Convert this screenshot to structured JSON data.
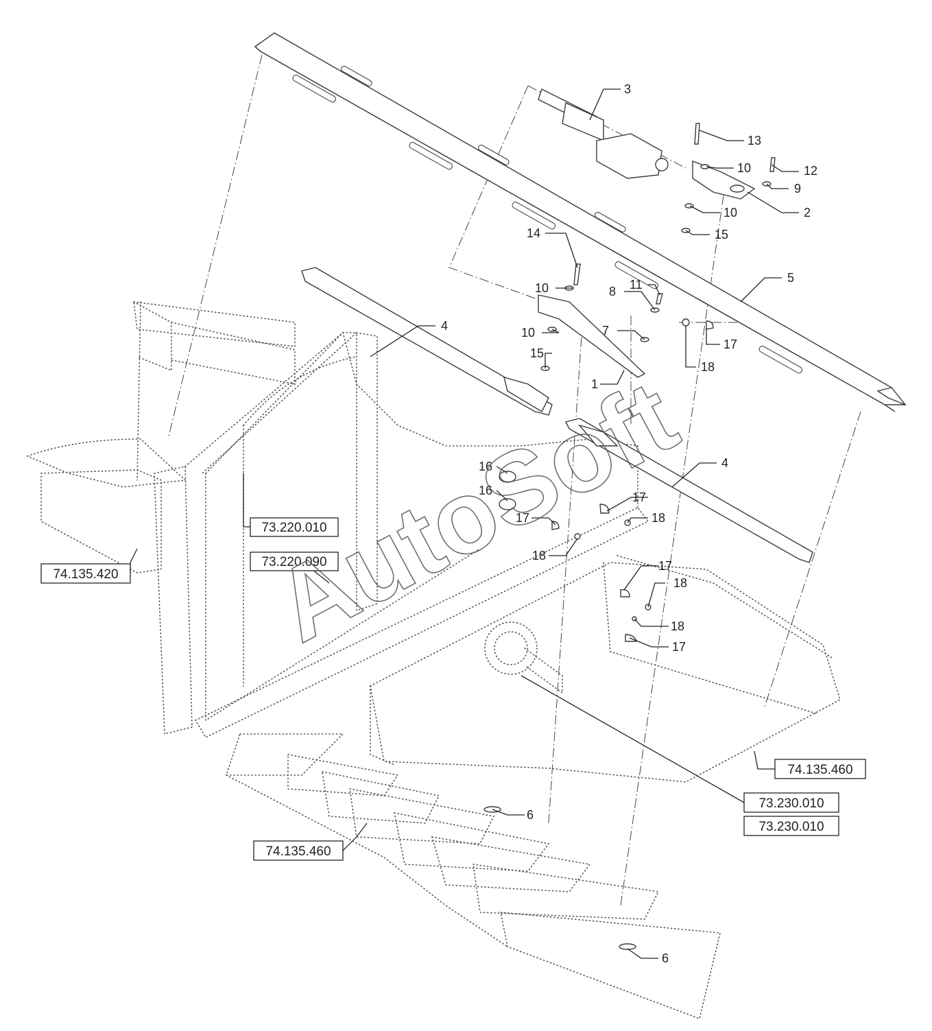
{
  "callouts": [
    {
      "id": "c3",
      "label": "3"
    },
    {
      "id": "c13",
      "label": "13"
    },
    {
      "id": "c10a",
      "label": "10"
    },
    {
      "id": "c12",
      "label": "12"
    },
    {
      "id": "c9",
      "label": "9"
    },
    {
      "id": "c10b",
      "label": "10"
    },
    {
      "id": "c2",
      "label": "2"
    },
    {
      "id": "c15a",
      "label": "15"
    },
    {
      "id": "c14",
      "label": "14"
    },
    {
      "id": "c10c",
      "label": "10"
    },
    {
      "id": "c11",
      "label": "11"
    },
    {
      "id": "c5",
      "label": "5"
    },
    {
      "id": "c8",
      "label": "8"
    },
    {
      "id": "c4a",
      "label": "4"
    },
    {
      "id": "c10d",
      "label": "10"
    },
    {
      "id": "c7",
      "label": "7"
    },
    {
      "id": "c17a",
      "label": "17"
    },
    {
      "id": "c15b",
      "label": "15"
    },
    {
      "id": "c18a",
      "label": "18"
    },
    {
      "id": "c1",
      "label": "1"
    },
    {
      "id": "c4b",
      "label": "4"
    },
    {
      "id": "c16a",
      "label": "16"
    },
    {
      "id": "c16b",
      "label": "16"
    },
    {
      "id": "c17b",
      "label": "17"
    },
    {
      "id": "c18b",
      "label": "18"
    },
    {
      "id": "c17c",
      "label": "17"
    },
    {
      "id": "c18c",
      "label": "18"
    },
    {
      "id": "c17d",
      "label": "17"
    },
    {
      "id": "c18d",
      "label": "18"
    },
    {
      "id": "c18e",
      "label": "18"
    },
    {
      "id": "c17e",
      "label": "17"
    },
    {
      "id": "c6a",
      "label": "6"
    },
    {
      "id": "c6b",
      "label": "6"
    }
  ],
  "references": [
    {
      "id": "r1",
      "label": "73.220.010"
    },
    {
      "id": "r2",
      "label": "73.220.090"
    },
    {
      "id": "r3",
      "label": "74.135.420"
    },
    {
      "id": "r4",
      "label": "74.135.460"
    },
    {
      "id": "r5",
      "label": "73.230.010"
    },
    {
      "id": "r6",
      "label": "73.230.010"
    },
    {
      "id": "r7",
      "label": "74.135.460"
    }
  ],
  "watermark": "AutoSoft"
}
